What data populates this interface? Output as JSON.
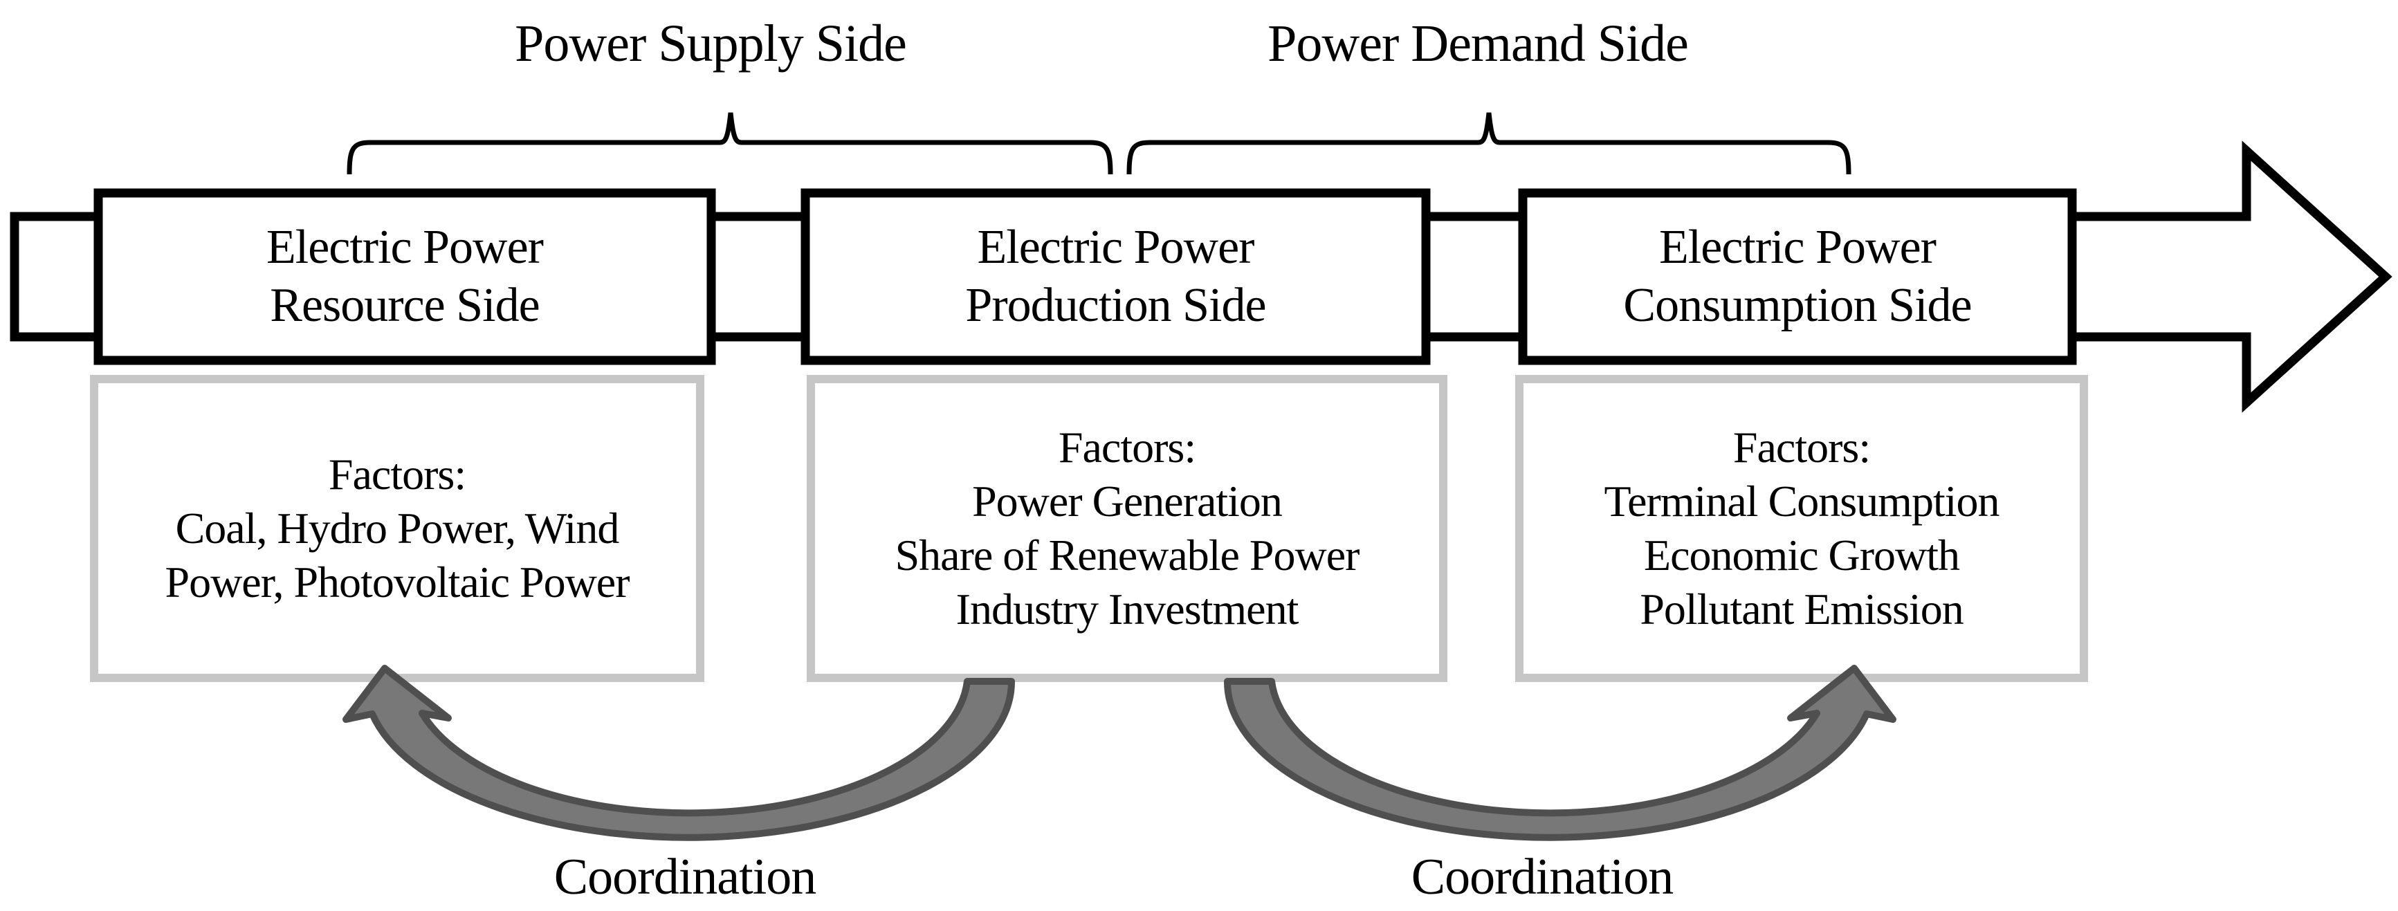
{
  "diagram": {
    "top_labels": {
      "supply": "Power Supply Side",
      "demand": "Power Demand Side"
    },
    "stages": [
      {
        "title": "Electric Power\nResource Side",
        "factors": "Factors:\nCoal, Hydro Power, Wind\nPower, Photovoltaic Power"
      },
      {
        "title": "Electric Power\nProduction Side",
        "factors": "Factors:\nPower Generation\nShare of Renewable Power\nIndustry Investment"
      },
      {
        "title": "Electric Power\nConsumption Side",
        "factors": "Factors:\nTerminal Consumption\nEconomic Growth\nPollutant Emission"
      }
    ],
    "coordination_labels": [
      "Coordination",
      "Coordination"
    ],
    "colors": {
      "ink": "#000000",
      "box_fill": "#ffffff",
      "factor_border": "#c6c6c6",
      "arc_fill": "#787878",
      "arc_outline": "#4f4f4f"
    }
  }
}
